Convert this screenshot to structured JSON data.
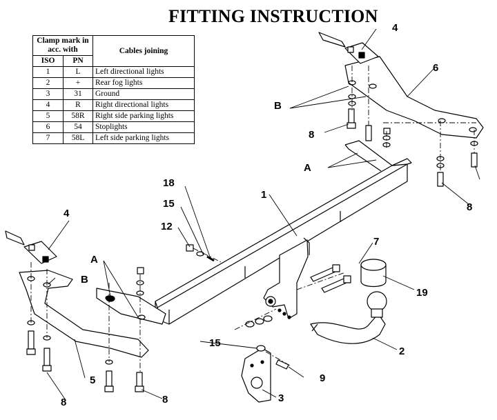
{
  "title": "FITTING INSTRUCTION",
  "table": {
    "header_clamp": "Clamp mark in acc. with",
    "header_iso": "ISO",
    "header_pn": "PN",
    "header_cables": "Cables joining",
    "rows": [
      {
        "iso": "1",
        "pn": "L",
        "cable": "Left directional lights"
      },
      {
        "iso": "2",
        "pn": "+",
        "cable": "Rear fog lights"
      },
      {
        "iso": "3",
        "pn": "31",
        "cable": "Ground"
      },
      {
        "iso": "4",
        "pn": "R",
        "cable": "Right directional lights"
      },
      {
        "iso": "5",
        "pn": "58R",
        "cable": "Right side parking lights"
      },
      {
        "iso": "6",
        "pn": "54",
        "cable": "Stoplights"
      },
      {
        "iso": "7",
        "pn": "58L",
        "cable": "Left side parking lights"
      }
    ]
  },
  "labels": {
    "l1": "1",
    "l2": "2",
    "l3": "3",
    "l4_top": "4",
    "l4_left": "4",
    "l5": "5",
    "l6": "6",
    "l7": "7",
    "l8_a": "8",
    "l8_b": "8",
    "l8_c": "8",
    "l8_d": "8",
    "l9": "9",
    "l12": "12",
    "l15_a": "15",
    "l15_b": "15",
    "l18": "18",
    "l19": "19",
    "lA_right": "A",
    "lA_left": "A",
    "lB_right": "B",
    "lB_left": "B"
  }
}
